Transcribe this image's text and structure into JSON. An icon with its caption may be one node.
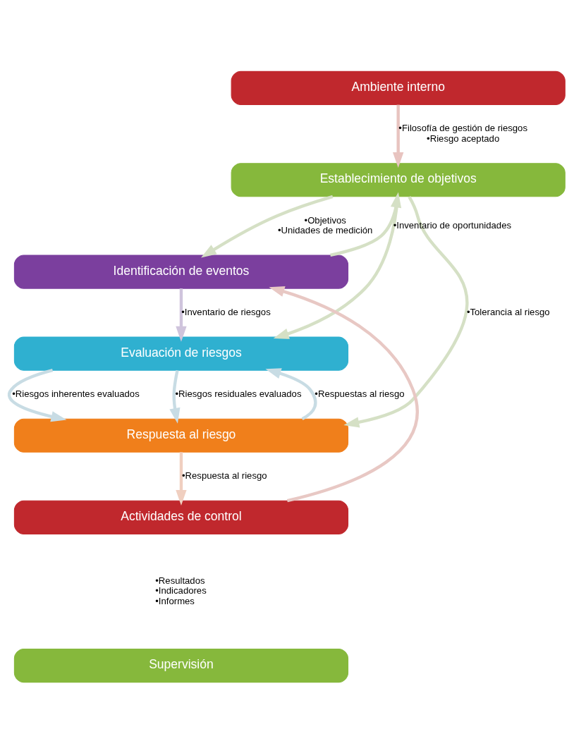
{
  "diagram": {
    "nodes": [
      {
        "text": [
          "Ambiente interno"
        ]
      },
      {
        "text": [
          "Establecimiento de objetivos"
        ]
      },
      {
        "text": [
          "Identificación de eventos"
        ]
      },
      {
        "text": [
          "Evaluación de riesgos"
        ]
      },
      {
        "text": [
          "Respuesta al riesgo"
        ]
      },
      {
        "text": [
          "Actividades de control"
        ],
        "beside": [
          "•Resultados",
          "•Indicadores",
          "•Informes"
        ]
      },
      {
        "text": [
          "Supervisión"
        ]
      }
    ],
    "edges": [
      {
        "from": 0,
        "to": 1,
        "arrow": "to",
        "label": [
          "•Filosofía de gestión de riesgos",
          "•Riesgo aceptado"
        ],
        "color": "#e8c4c0"
      },
      {
        "from": 1,
        "to": 2,
        "arrow": "to",
        "label": [
          "•Objetivos",
          "•Unidades de medición"
        ]
      },
      {
        "from": 2,
        "to": 1,
        "arrow": "to",
        "label": [
          "•Inventario de oportunidades"
        ]
      },
      {
        "from": 1,
        "to": 3,
        "arrow": "to"
      },
      {
        "from": 1,
        "to": 4,
        "arrow": "to",
        "label": [
          "•Tolerancia al riesgo"
        ]
      },
      {
        "from": 2,
        "to": 3,
        "arrow": "to",
        "label": [
          "•Inventario de riesgos"
        ],
        "color": "#cfc4dc"
      },
      {
        "from": 3,
        "to": 4,
        "arrow": "to",
        "label": [
          "•Riesgos inherentes evaluados"
        ],
        "color": "#c8dce4"
      },
      {
        "from": 4,
        "to": 3,
        "arrow": "to",
        "label": [
          "•Respuestas al riesgo"
        ],
        "color": "#c8dce4"
      },
      {
        "from": 3,
        "to": 4,
        "arrow": "to",
        "label": [
          "•Riesgos residuales evaluados"
        ],
        "color": "#c8dce4"
      },
      {
        "from": 4,
        "to": 5,
        "arrow": "to",
        "label": [
          "•Respuesta al riesgo"
        ],
        "color": "#f0cfc0"
      },
      {
        "from": 5,
        "to": 2,
        "arrow": "to",
        "color": "#e8c8c4"
      }
    ]
  }
}
